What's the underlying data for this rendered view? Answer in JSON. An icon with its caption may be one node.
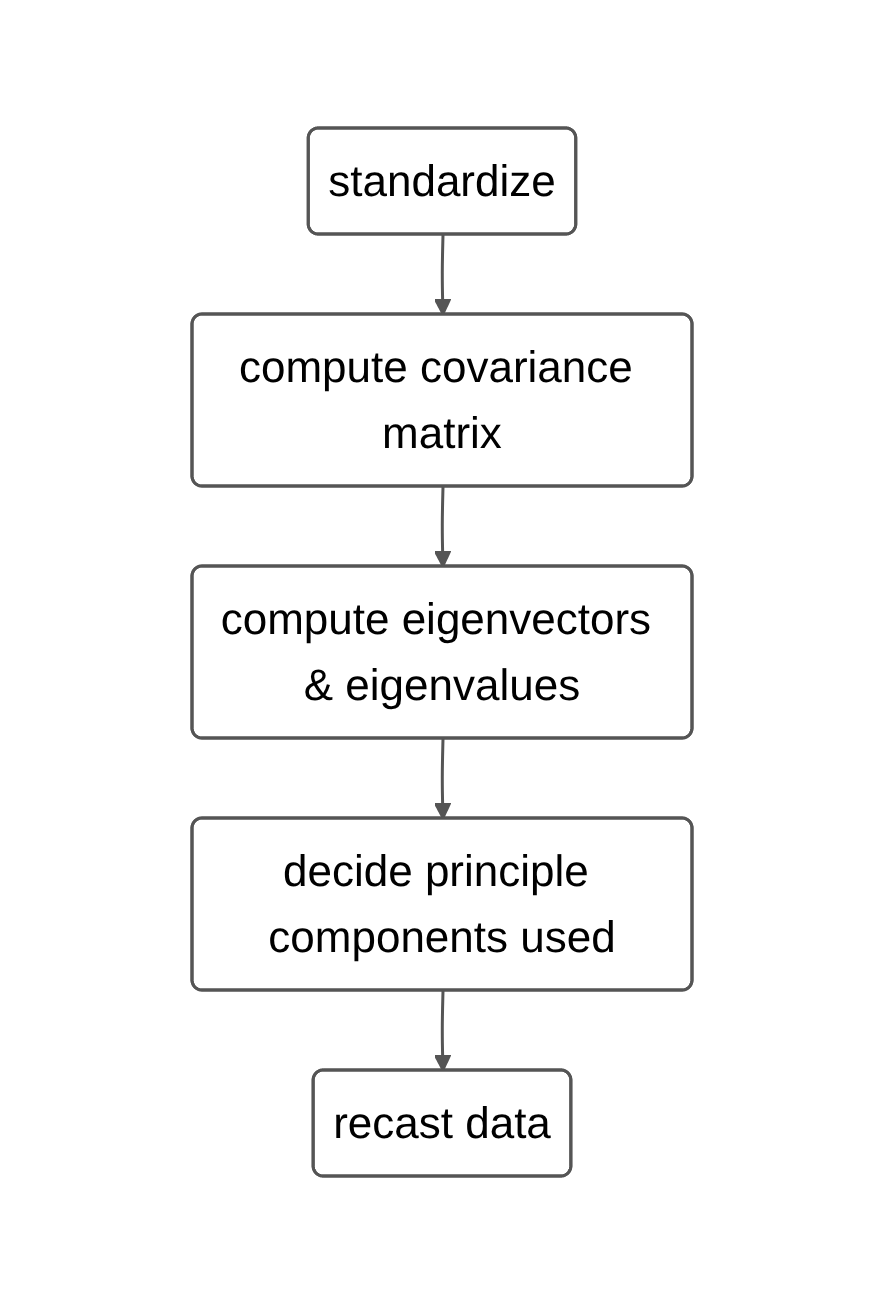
{
  "diagram": {
    "nodes": [
      {
        "text": [
          "standardize"
        ]
      },
      {
        "text": [
          "compute covariance matrix"
        ]
      },
      {
        "text": [
          "compute eigenvectors & eigenvalues"
        ]
      },
      {
        "text": [
          "decide principle components used"
        ]
      },
      {
        "text": [
          "recast data"
        ]
      }
    ],
    "edges": [
      {
        "from": 0,
        "to": 1,
        "arrow": "to"
      },
      {
        "from": 1,
        "to": 2,
        "arrow": "to"
      },
      {
        "from": 2,
        "to": 3,
        "arrow": "to"
      },
      {
        "from": 3,
        "to": 4,
        "arrow": "to"
      }
    ]
  }
}
